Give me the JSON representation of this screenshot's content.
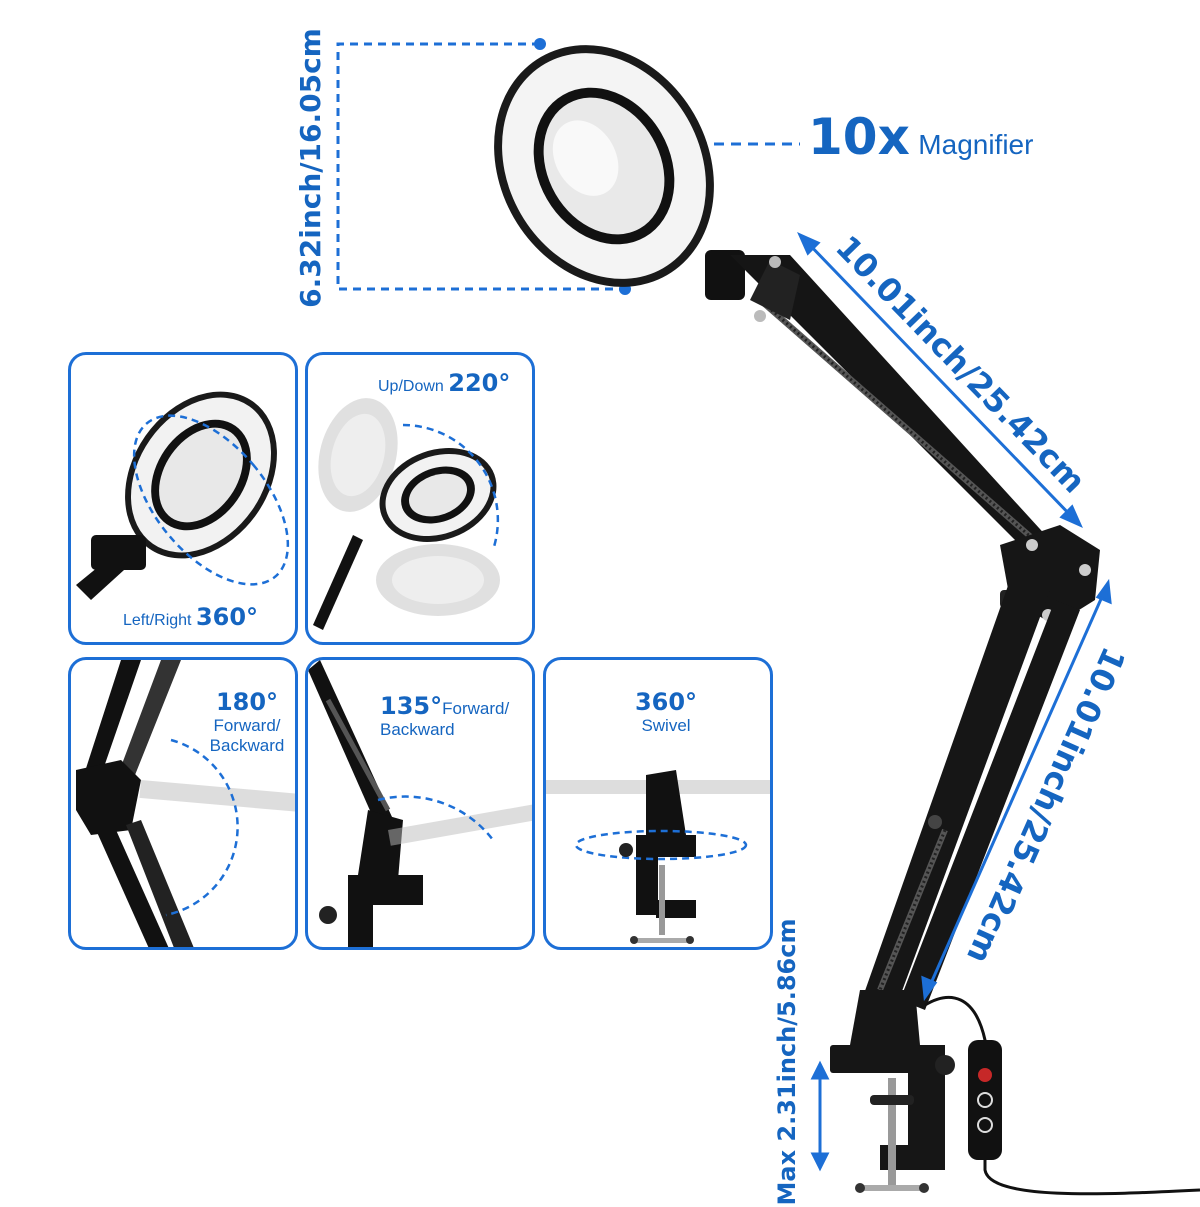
{
  "magnifier": {
    "power": "10x",
    "label": "Magnifier"
  },
  "dimensions": {
    "head_diameter": "6.32inch/16.05cm",
    "upper_arm": "10.01inch/25.42cm",
    "lower_arm": "10.01inch/25.42cm",
    "clamp_opening": "Max 2.31inch/5.86cm"
  },
  "panels": {
    "left_right": {
      "prefix": "Left/Right",
      "value": "360°"
    },
    "up_down": {
      "prefix": "Up/Down",
      "value": "220°"
    },
    "forward_180": {
      "value": "180°",
      "line1": "Forward/",
      "line2": "Backward"
    },
    "forward_135": {
      "value": "135°",
      "line1": "Forward/",
      "line2": "Backward"
    },
    "swivel": {
      "value": "360°",
      "line1": "Swivel"
    }
  },
  "colors": {
    "accent": "#1d6fd6",
    "lamp_body": "#111111"
  }
}
